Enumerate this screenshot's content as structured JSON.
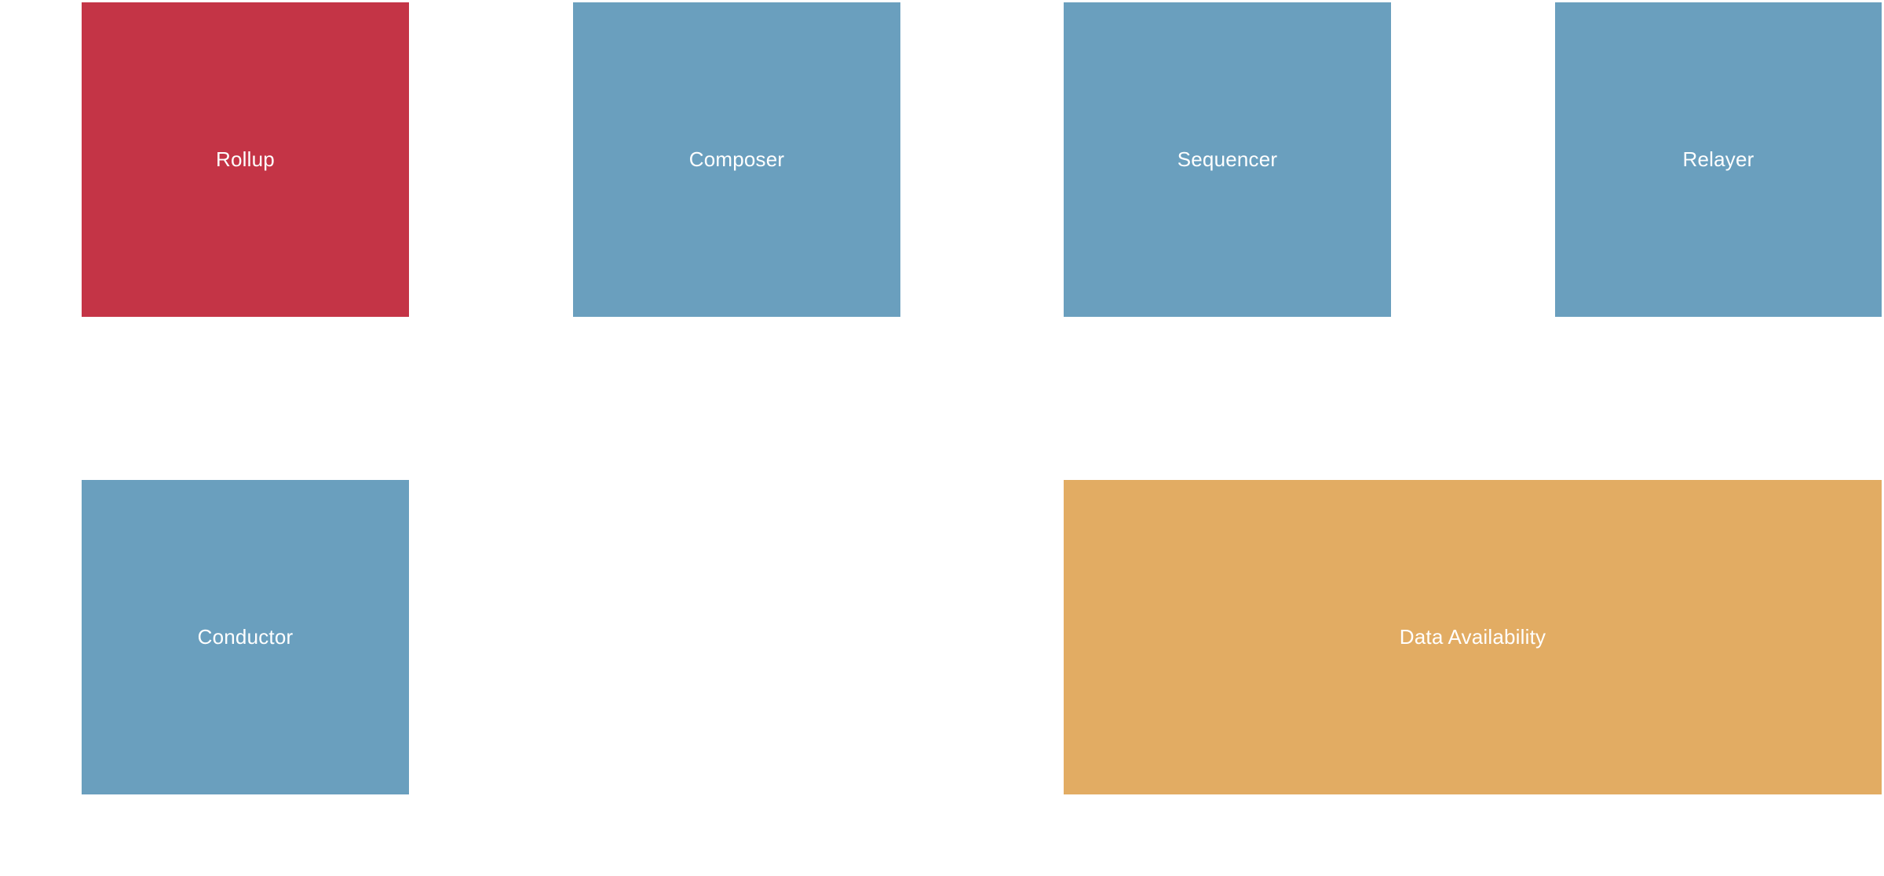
{
  "colors": {
    "highlight": "#c43446",
    "component": "#6a9fbe",
    "data_layer": "#e2ac63",
    "label": "#ffffff"
  },
  "nodes": {
    "rollup": {
      "label": "Rollup",
      "color": "#c43446"
    },
    "composer": {
      "label": "Composer",
      "color": "#6a9fbe"
    },
    "sequencer": {
      "label": "Sequencer",
      "color": "#6a9fbe"
    },
    "relayer": {
      "label": "Relayer",
      "color": "#6a9fbe"
    },
    "conductor": {
      "label": "Conductor",
      "color": "#6a9fbe"
    },
    "data_availability": {
      "label": "Data Availability",
      "color": "#e2ac63"
    }
  }
}
